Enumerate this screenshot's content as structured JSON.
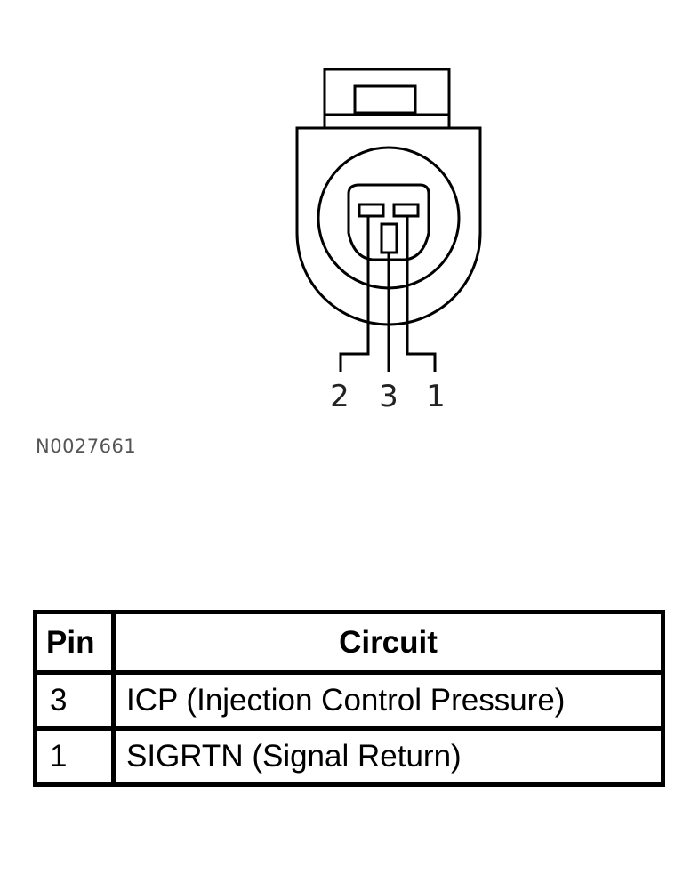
{
  "diagram": {
    "pin_labels": [
      "2",
      "3",
      "1"
    ],
    "figure_id": "N0027661"
  },
  "table": {
    "headers": {
      "pin": "Pin",
      "circuit": "Circuit"
    },
    "rows": [
      {
        "pin": "3",
        "circuit": "ICP (Injection Control Pressure)"
      },
      {
        "pin": "1",
        "circuit": "SIGRTN (Signal Return)"
      }
    ]
  }
}
